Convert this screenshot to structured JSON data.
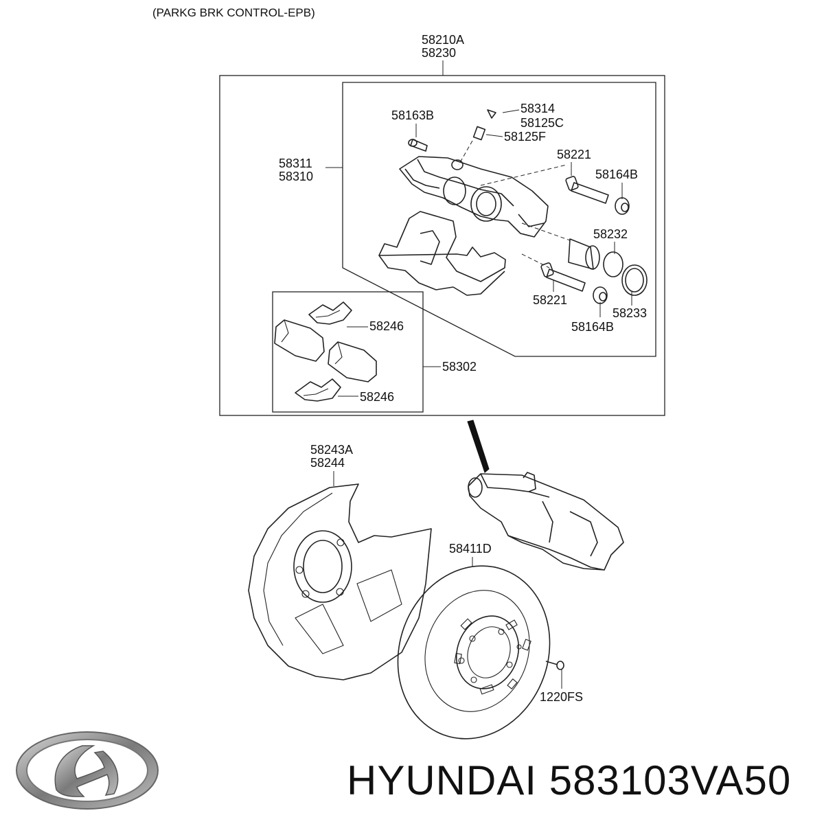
{
  "header": {
    "group_title": "(PARKG BRK CONTROL-EPB)"
  },
  "labels": {
    "assembly_a": "58210A",
    "assembly_b": "58230",
    "bolt": "58163B",
    "cap": "58314",
    "bleeder_cap": "58125C",
    "bleeder": "58125F",
    "guide_pin_upper": "58221",
    "boot_upper": "58164B",
    "caliper_a": "58311",
    "caliper_b": "58310",
    "piston": "58232",
    "guide_pin_lower": "58221",
    "seal": "58233",
    "boot_lower": "58164B",
    "clip_upper": "58246",
    "pad_kit": "58302",
    "clip_lower": "58246",
    "dust_cover_a": "58243A",
    "dust_cover_b": "58244",
    "disc": "58411D",
    "screw": "1220FS"
  },
  "brand": {
    "name": "HYUNDAI",
    "part_number": "583103VA50",
    "logo_icon": "hyundai-logo-icon"
  }
}
